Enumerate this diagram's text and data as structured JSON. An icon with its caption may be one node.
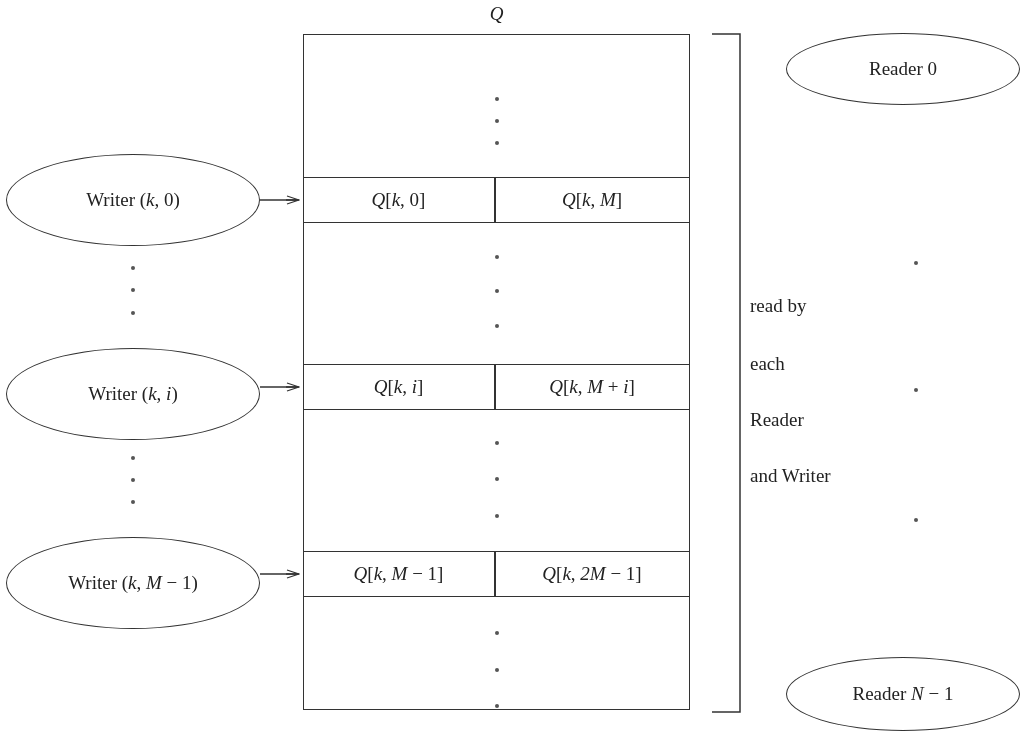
{
  "diagram": {
    "nodes": [
      {
        "text": [
          "Q"
        ]
      },
      {
        "text": [
          "*Q*[*k*, 0]"
        ],
        "in": 0
      },
      {
        "text": [
          "*Q*[*k*, *M*]"
        ],
        "in": 0
      },
      {
        "text": [
          "*Q*[*k*, *i*]"
        ],
        "in": 0
      },
      {
        "text": [
          "*Q*[*k*, *M* + *i*]"
        ],
        "in": 0
      },
      {
        "text": [
          "*Q*[*k*, *M* − 1]"
        ],
        "in": 0
      },
      {
        "text": [
          "*Q*[*k*, *2M* − 1]"
        ],
        "in": 0
      },
      {
        "text": [
          "Writer (*k*, 0)"
        ]
      },
      {
        "text": [
          "Writer (*k*, *i*)"
        ]
      },
      {
        "text": [
          "Writer (*k*, *M* − 1)"
        ]
      },
      {
        "text": [
          "Reader 0"
        ]
      },
      {
        "text": [
          "Reader *N* − 1"
        ]
      }
    ],
    "edges": [
      {
        "from": 7,
        "to": 1,
        "arrow": "to"
      },
      {
        "from": 8,
        "to": 3,
        "arrow": "to"
      },
      {
        "from": 9,
        "to": 5,
        "arrow": "to"
      }
    ],
    "labels": [
      "read by",
      "each",
      "Reader",
      "and Writer"
    ]
  }
}
